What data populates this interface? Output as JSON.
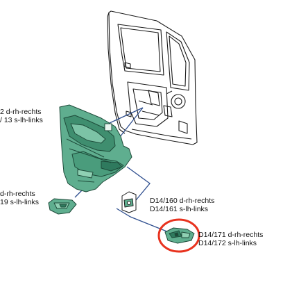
{
  "labels": {
    "trim_panel": {
      "line1": "2 d-rh-rechts",
      "line2": "/ 13 s-lh-links"
    },
    "pull_handle": {
      "line1": "d-rh-rechts",
      "line2": "19 s-lh-links"
    },
    "bracket": {
      "line1": "D14/160 d-rh-rechts",
      "line2": "D14/161 s-lh-links"
    },
    "inner_handle": {
      "line1": "D14/171 d-rh-rechts",
      "line2": "D14/172 s-lh-links"
    }
  },
  "colors": {
    "part_fill": "#5fae8f",
    "part_dark": "#2f7a5e",
    "part_outline": "#1d4a39",
    "leader_line": "#2f4f8f",
    "frame_stroke": "#1a1a1a",
    "highlight_circle": "#e8321e"
  },
  "icons": {
    "door_frame": "door-frame-drawing",
    "trim_panel": "door-trim-panel-drawing",
    "pull_handle": "pull-handle-drawing",
    "bracket": "bracket-drawing",
    "inner_handle": "inner-handle-drawing"
  }
}
